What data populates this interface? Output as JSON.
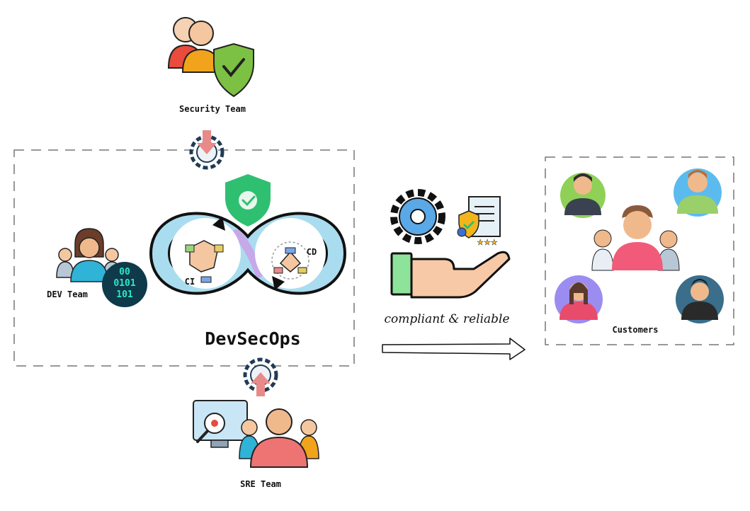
{
  "labels": {
    "security_team": "Security Team",
    "dev_team": "DEV Team",
    "sre_team": "SRE Team",
    "devsecops": "DevSecOps",
    "ci": "CI",
    "cd": "CD",
    "compliant": "compliant & reliable",
    "customers": "Customers"
  },
  "icons": {
    "security_team": "team-shield-icon",
    "dev_team": "developer-team-icon",
    "binary": "binary-code-icon",
    "sre_team": "monitoring-team-icon",
    "shield": "security-shield-check-icon",
    "gear_in": "gear-arrow-down-icon",
    "gear_up": "gear-arrow-up-icon",
    "ci": "handshake-icon",
    "cd": "teamwork-hands-icon",
    "settings": "gear-icon",
    "certificate": "certificate-badge-icon",
    "hand": "hand-delivery-icon",
    "arrow": "delivery-arrow-icon",
    "customers": "customer-avatars-icon"
  },
  "colors": {
    "infinity_fill": "#a9dcee",
    "infinity_outline": "#111111",
    "infinity_purple": "#c7a8e8",
    "shield_green": "#2fbf71",
    "gear_blue": "#5aa8e6",
    "arrow_pink": "#e98a8a"
  }
}
